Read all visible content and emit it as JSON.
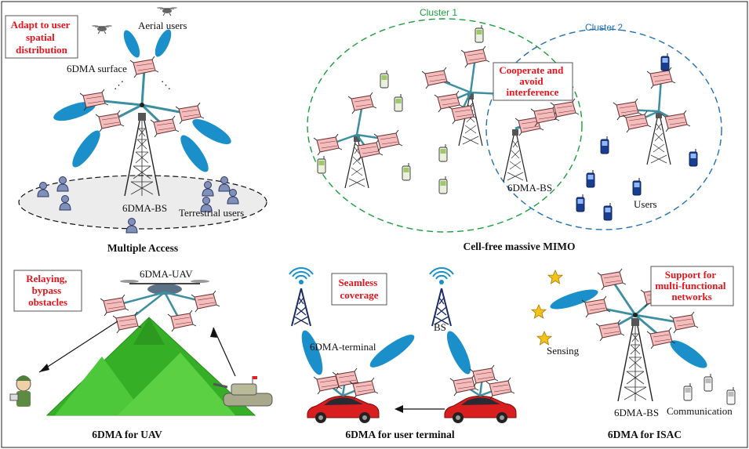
{
  "panels": {
    "multiple_access": {
      "caption": "Multiple Access",
      "callout": [
        "Adapt to user",
        "spatial",
        "distribution"
      ],
      "labels": {
        "aerial": "Aerial users",
        "surface": "6DMA surface",
        "bs": "6DMA-BS",
        "terrestrial": "Terrestrial users"
      }
    },
    "cell_free": {
      "caption": "Cell-free massive MIMO",
      "callout": [
        "Cooperate and",
        "avoid",
        "interference"
      ],
      "labels": {
        "cluster1": "Cluster 1",
        "cluster2": "Cluster 2",
        "bs": "6DMA-BS",
        "users": "Users"
      }
    },
    "uav": {
      "caption": "6DMA for UAV",
      "callout": [
        "Relaying,",
        "bypass",
        "obstacles"
      ],
      "labels": {
        "uav": "6DMA-UAV"
      }
    },
    "terminal": {
      "caption": "6DMA for user terminal",
      "callout": [
        "Seamless",
        "coverage"
      ],
      "labels": {
        "terminal": "6DMA-terminal",
        "bs": "BS"
      }
    },
    "isac": {
      "caption": "6DMA for ISAC",
      "callout": [
        "Support for",
        "multi-functional",
        "networks"
      ],
      "labels": {
        "sensing": "Sensing",
        "bs": "6DMA-BS",
        "communication": "Communication"
      }
    }
  },
  "colors": {
    "callout_text": "#e8141c",
    "cluster1": "#1a9e3c",
    "cluster2": "#1f6fb5",
    "beam": "#1a8fc9",
    "surface_fill": "#f2b8b8",
    "mountain": "#3fb829"
  }
}
